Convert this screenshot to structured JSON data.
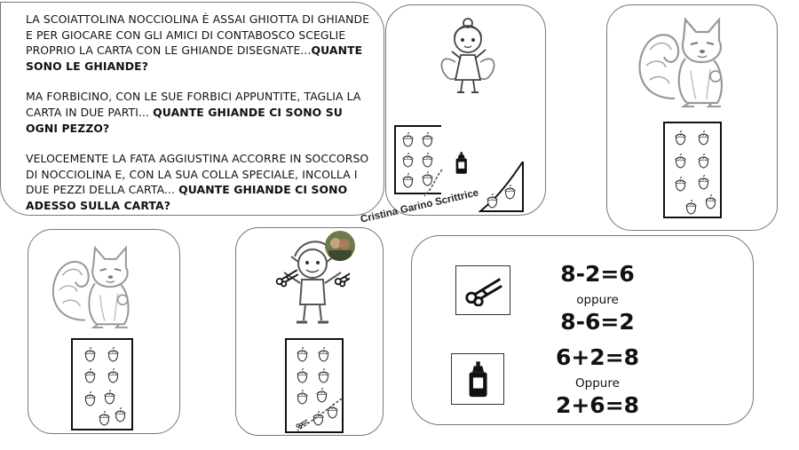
{
  "story": {
    "p1": "LA SCOIATTOLINA NOCCIOLINA È ASSAI GHIOTTA DI GHIANDE E PER GIOCARE CON GLI AMICI DI CONTABOSCO SCEGLIE PROPRIO LA CARTA CON LE GHIANDE DISEGNATE...",
    "q1": "QUANTE SONO LE GHIANDE?",
    "p2": "MA FORBICINO, CON LE SUE FORBICI APPUNTITE, TAGLIA LA CARTA IN DUE PARTI...",
    "q2": "QUANTE GHIANDE CI SONO SU OGNI PEZZO?",
    "p3": "VELOCEMENTE LA FATA AGGIUSTINA ACCORRE IN SOCCORSO DI NOCCIOLINA E, CON LA SUA COLLA SPECIALE, INCOLLA I DUE PEZZI DELLA CARTA...",
    "q3": "QUANTE GHIANDE CI SONO ADESSO SULLA CARTA?"
  },
  "watermark": "Cristina Garino Scrittrice",
  "answers": {
    "eq1": "8-2=6",
    "or1": "oppure",
    "eq2": "8-6=2",
    "eq3": "6+2=8",
    "or2": "Oppure",
    "eq4": "2+6=8"
  },
  "icons": {
    "scissors": "scissors-icon",
    "glue": "glue-bottle-icon",
    "fairy": "fairy-illustration",
    "squirrel": "squirrel-illustration",
    "elf": "elf-illustration",
    "acorn": "acorn-icon"
  },
  "acorn_count": {
    "whole_card": 8,
    "piece_large": 6,
    "piece_small": 2
  }
}
